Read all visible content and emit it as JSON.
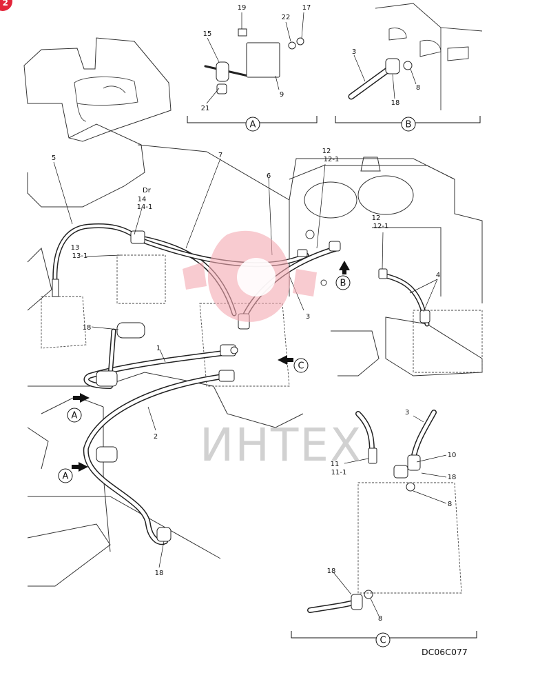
{
  "badge": "2",
  "drawing_code": "DC06C077",
  "watermark": "ИНТЕХ",
  "direction_label": "Dr",
  "view_letters": [
    "A",
    "B",
    "C"
  ],
  "part_labels": [
    {
      "id": "l19",
      "text": "19"
    },
    {
      "id": "l22",
      "text": "22"
    },
    {
      "id": "l17",
      "text": "17"
    },
    {
      "id": "l15",
      "text": "15"
    },
    {
      "id": "l9",
      "text": "9"
    },
    {
      "id": "l21",
      "text": "21"
    },
    {
      "id": "l3b",
      "text": "3"
    },
    {
      "id": "l8b",
      "text": "8"
    },
    {
      "id": "l18b",
      "text": "18"
    },
    {
      "id": "l5",
      "text": "5"
    },
    {
      "id": "l7",
      "text": "7"
    },
    {
      "id": "l6",
      "text": "6"
    },
    {
      "id": "l12a",
      "text": "12"
    },
    {
      "id": "l121a",
      "text": "12-1"
    },
    {
      "id": "l14",
      "text": "14"
    },
    {
      "id": "l141",
      "text": "14-1"
    },
    {
      "id": "l13",
      "text": "13"
    },
    {
      "id": "l131",
      "text": "13-1"
    },
    {
      "id": "l12b",
      "text": "12"
    },
    {
      "id": "l121b",
      "text": "12-1"
    },
    {
      "id": "l4",
      "text": "4"
    },
    {
      "id": "l3m",
      "text": "3"
    },
    {
      "id": "l18a",
      "text": "18"
    },
    {
      "id": "l1",
      "text": "1"
    },
    {
      "id": "l2",
      "text": "2"
    },
    {
      "id": "l18c",
      "text": "18"
    },
    {
      "id": "l3c",
      "text": "3"
    },
    {
      "id": "l10",
      "text": "10"
    },
    {
      "id": "l11",
      "text": "11"
    },
    {
      "id": "l111",
      "text": "11-1"
    },
    {
      "id": "l18d",
      "text": "18"
    },
    {
      "id": "l8c",
      "text": "8"
    },
    {
      "id": "l18e",
      "text": "18"
    },
    {
      "id": "l8e",
      "text": "8"
    }
  ]
}
